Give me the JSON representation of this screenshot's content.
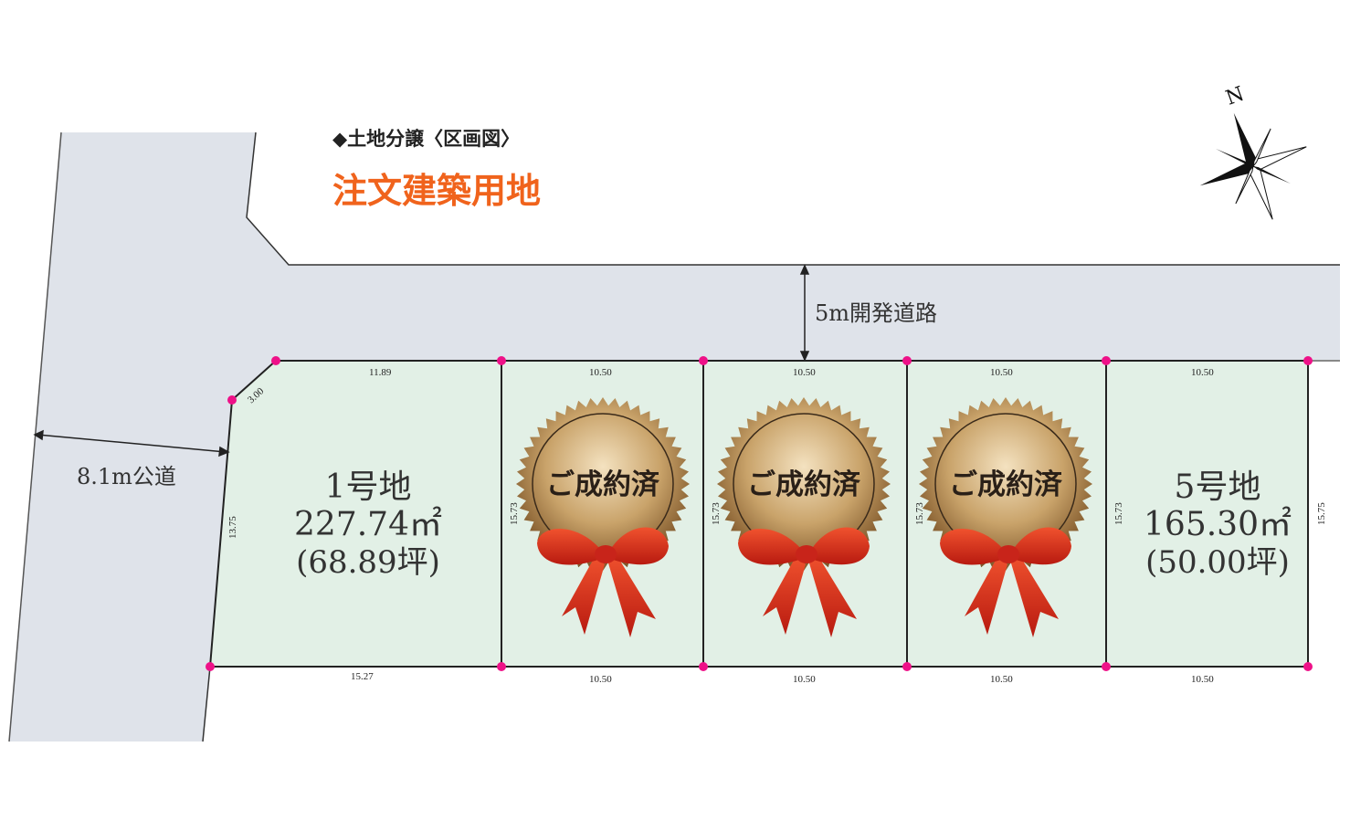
{
  "header": {
    "subtitle": "◆土地分譲〈区画図〉",
    "title": "注文建築用地",
    "title_color": "#f0631c"
  },
  "compass": {
    "north_label": "N"
  },
  "roads": {
    "public_road": "8.1m公道",
    "dev_road": "5m開発道路"
  },
  "lots": [
    {
      "id": 1,
      "name": "1号地",
      "area": "227.74㎡",
      "tsubo": "(68.89坪)",
      "sold": false,
      "top": "11.89",
      "bottom": "15.27",
      "side": "13.75",
      "corner": "3.00"
    },
    {
      "id": 2,
      "sold": true,
      "badge": "ご成約済",
      "top": "10.50",
      "bottom": "10.50",
      "side": "15.73"
    },
    {
      "id": 3,
      "sold": true,
      "badge": "ご成約済",
      "top": "10.50",
      "bottom": "10.50",
      "side": "15.73"
    },
    {
      "id": 4,
      "sold": true,
      "badge": "ご成約済",
      "top": "10.50",
      "bottom": "10.50",
      "side": "15.73"
    },
    {
      "id": 5,
      "name": "5号地",
      "area": "165.30㎡",
      "tsubo": "(50.00坪)",
      "sold": false,
      "top": "10.50",
      "bottom": "10.50",
      "side": "15.73",
      "right_side": "15.75"
    }
  ],
  "colors": {
    "road": "#dfe3ea",
    "lot": "#e2f0e6",
    "marker": "#ee1188",
    "ribbon": "#d82a1a"
  }
}
